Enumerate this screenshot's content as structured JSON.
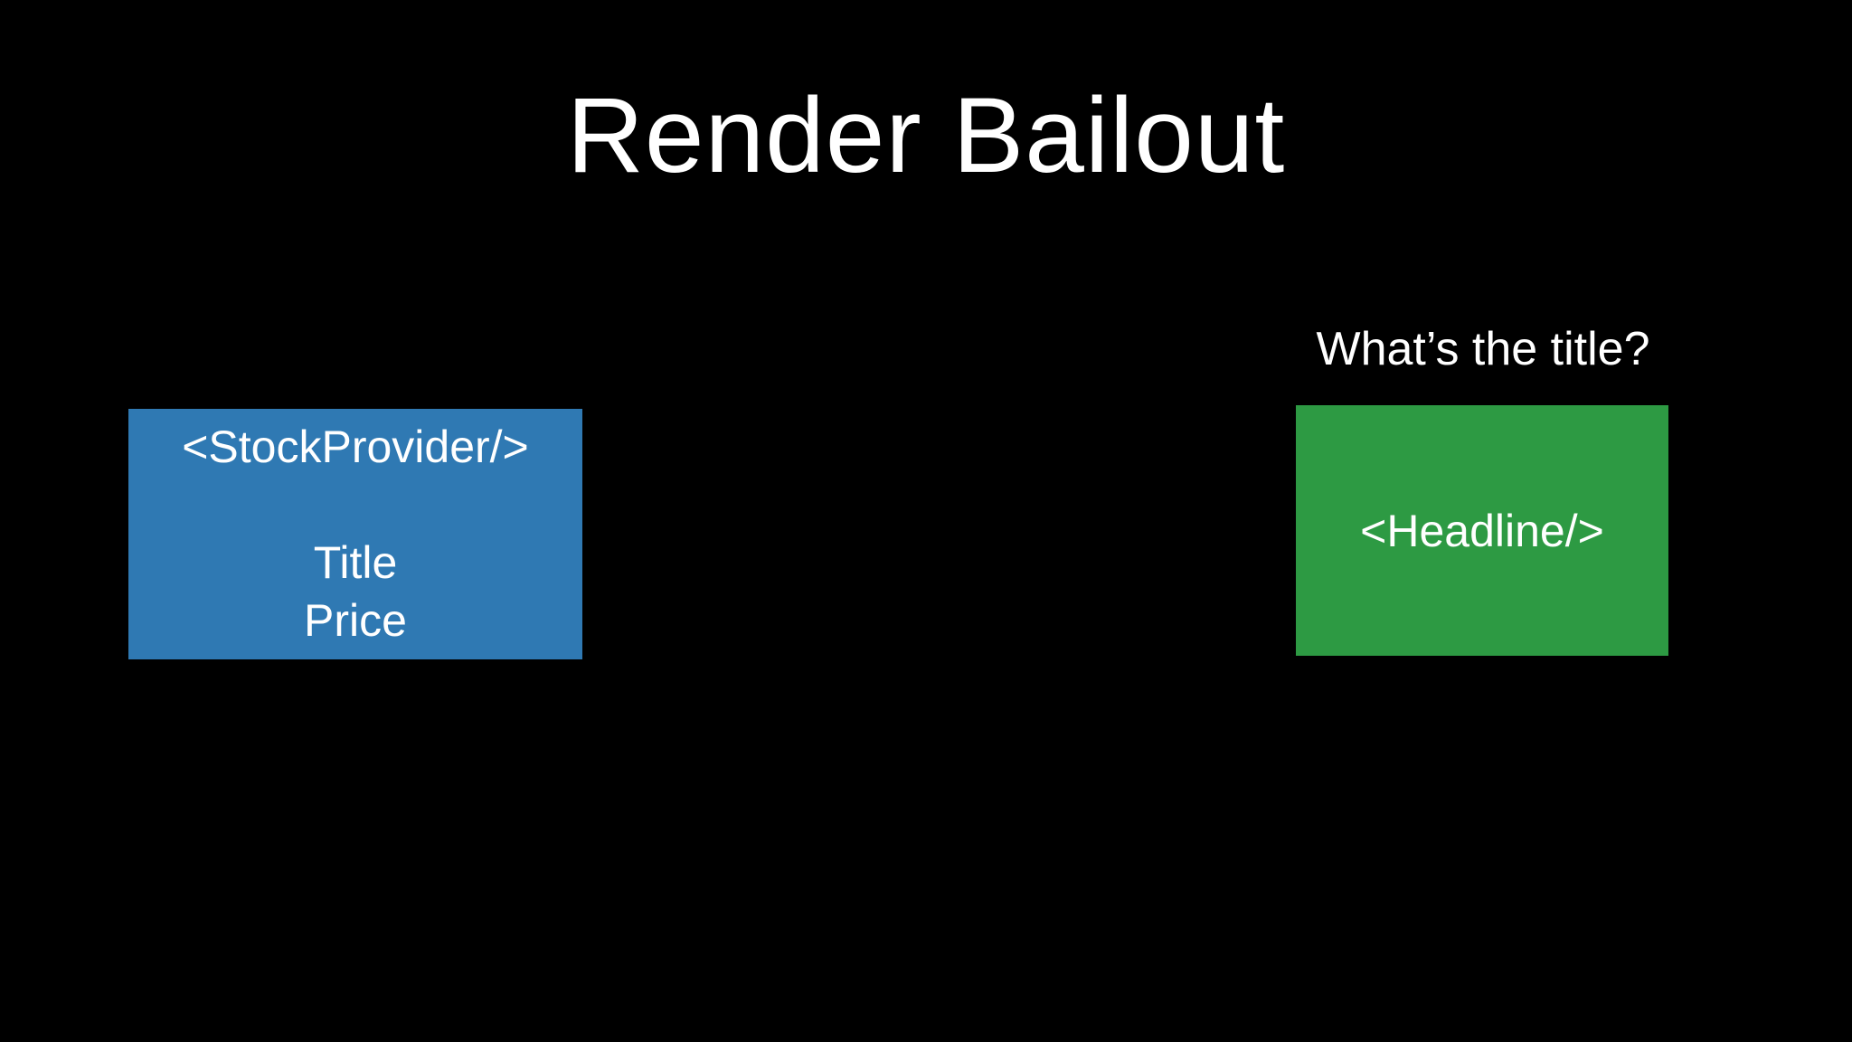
{
  "slide": {
    "title": "Render Bailout"
  },
  "provider_box": {
    "component": "<StockProvider/>",
    "fields": [
      "Title",
      "Price"
    ],
    "color": "#2f79b3"
  },
  "headline_box": {
    "question": "What’s the title?",
    "component": "<Headline/>",
    "color": "#2d9a43"
  }
}
